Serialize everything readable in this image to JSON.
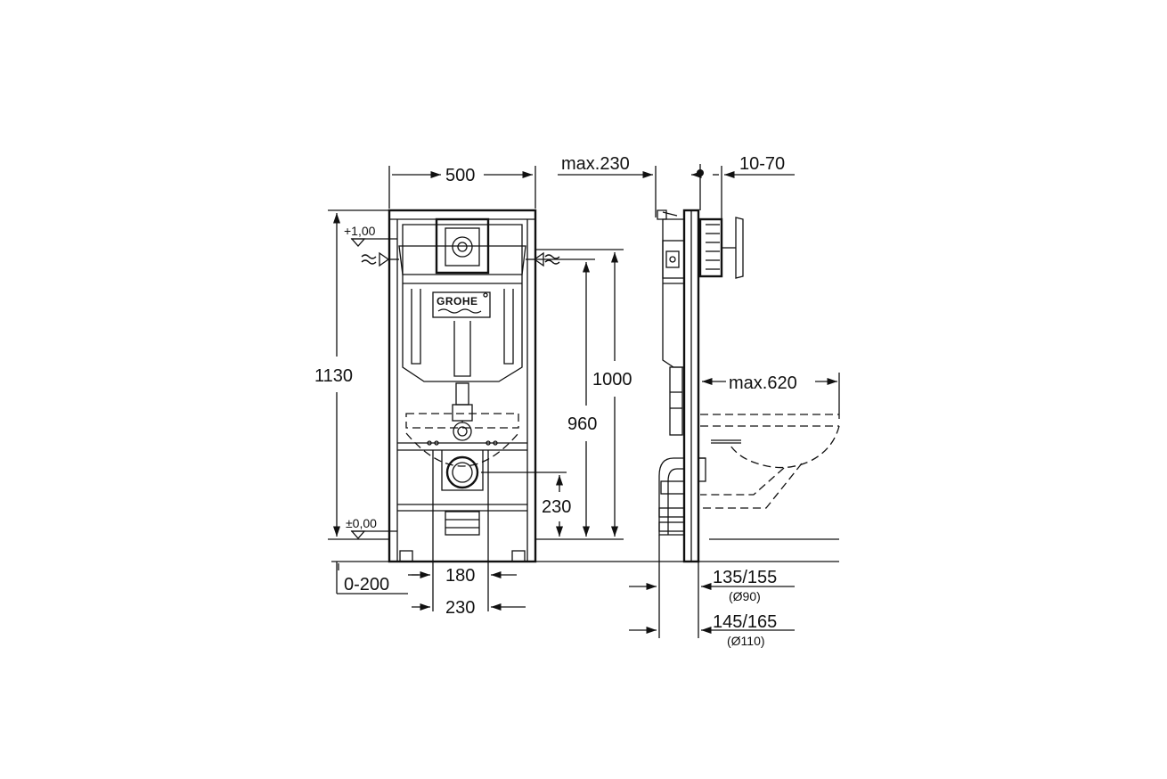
{
  "dimensions": {
    "width_500": "500",
    "height_1130": "1130",
    "height_1000": "1000",
    "height_960": "960",
    "height_230": "230",
    "width_180": "180",
    "width_230": "230",
    "offset_0_200": "0-200",
    "level_plus": "+1,00",
    "level_zero": "±0,00",
    "max_230": "max.230",
    "range_10_70": "10-70",
    "max_620": "max.620",
    "d_135_155": "135/155",
    "d_90": "(Ø90)",
    "d_145_165": "145/165",
    "d_110": "(Ø110)"
  },
  "brand": {
    "logo_text": "GROHE"
  },
  "icons": [
    "level-marker-icon",
    "water-inlet-icon",
    "arrow-icon",
    "centerline-icon"
  ]
}
